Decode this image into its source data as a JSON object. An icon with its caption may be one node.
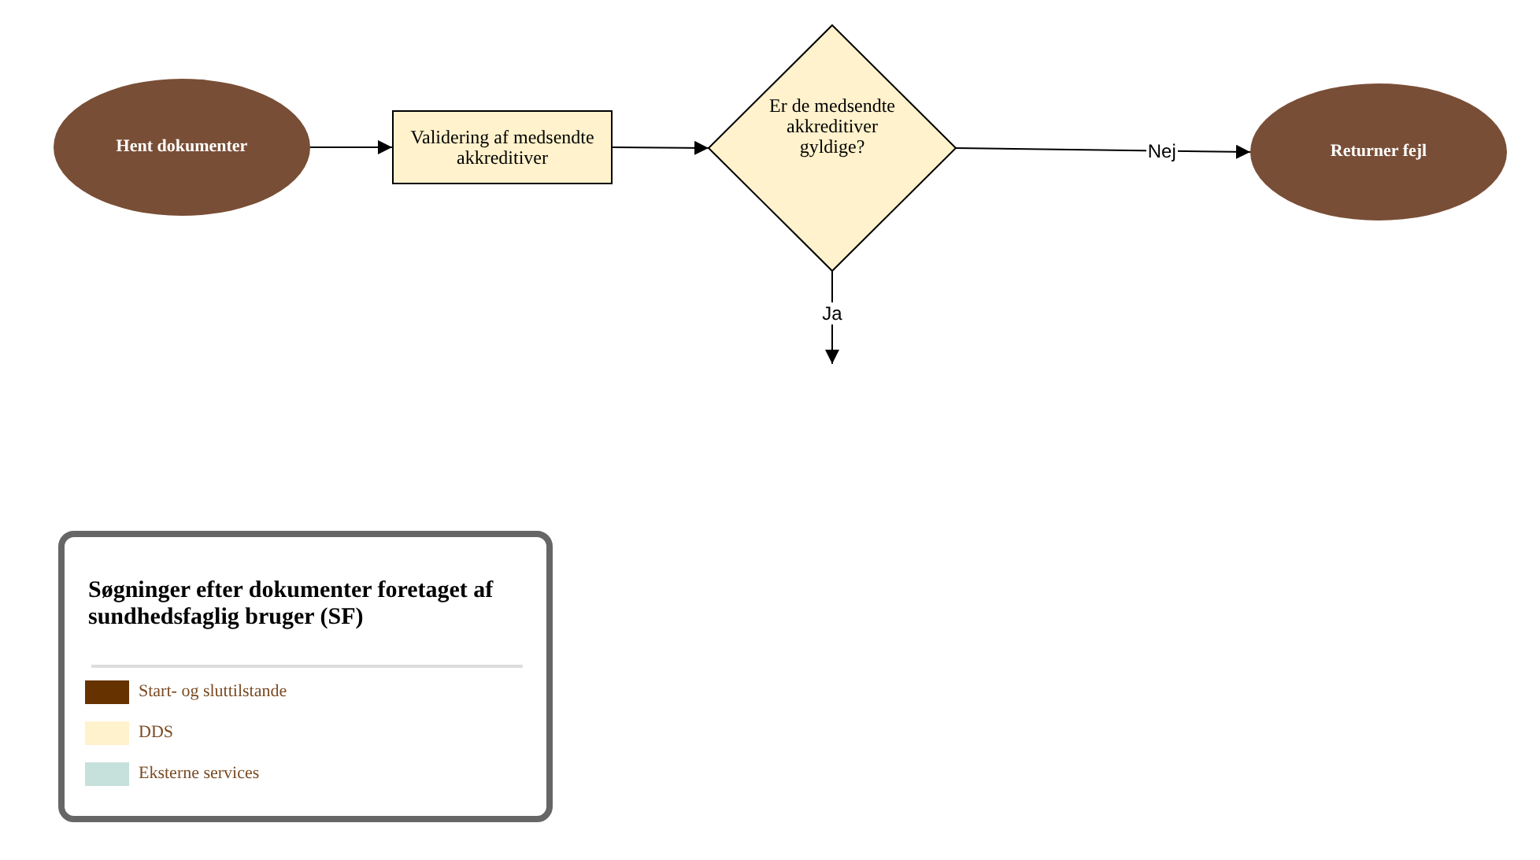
{
  "diagram": {
    "title": "Søgninger efter dokumenter foretaget af sundhedsfaglig bruger (SF)",
    "nodes": [
      {
        "text": [
          "Hent dokumenter"
        ]
      },
      {
        "text": [
          "Validering af medsendte akkreditiver"
        ]
      },
      {
        "text": [
          "Er de medsendte akkreditiver gyldige?"
        ]
      },
      {
        "text": [
          "Returner fejl"
        ]
      }
    ],
    "edges": [
      {
        "from": 0,
        "to": 1,
        "arrow": "to"
      },
      {
        "from": 1,
        "to": 2,
        "arrow": "to"
      },
      {
        "from": 2,
        "to": 3,
        "arrow": "to",
        "label": "Nej"
      },
      {
        "from": 2,
        "to": null,
        "arrow": "to",
        "label": "Ja"
      }
    ],
    "legend": [
      {
        "text": "Start- og sluttilstande",
        "color": "#663300"
      },
      {
        "text": "DDS",
        "color": "#fff2cc"
      },
      {
        "text": "Eksterne services",
        "color": "#c6e0dc"
      }
    ]
  }
}
